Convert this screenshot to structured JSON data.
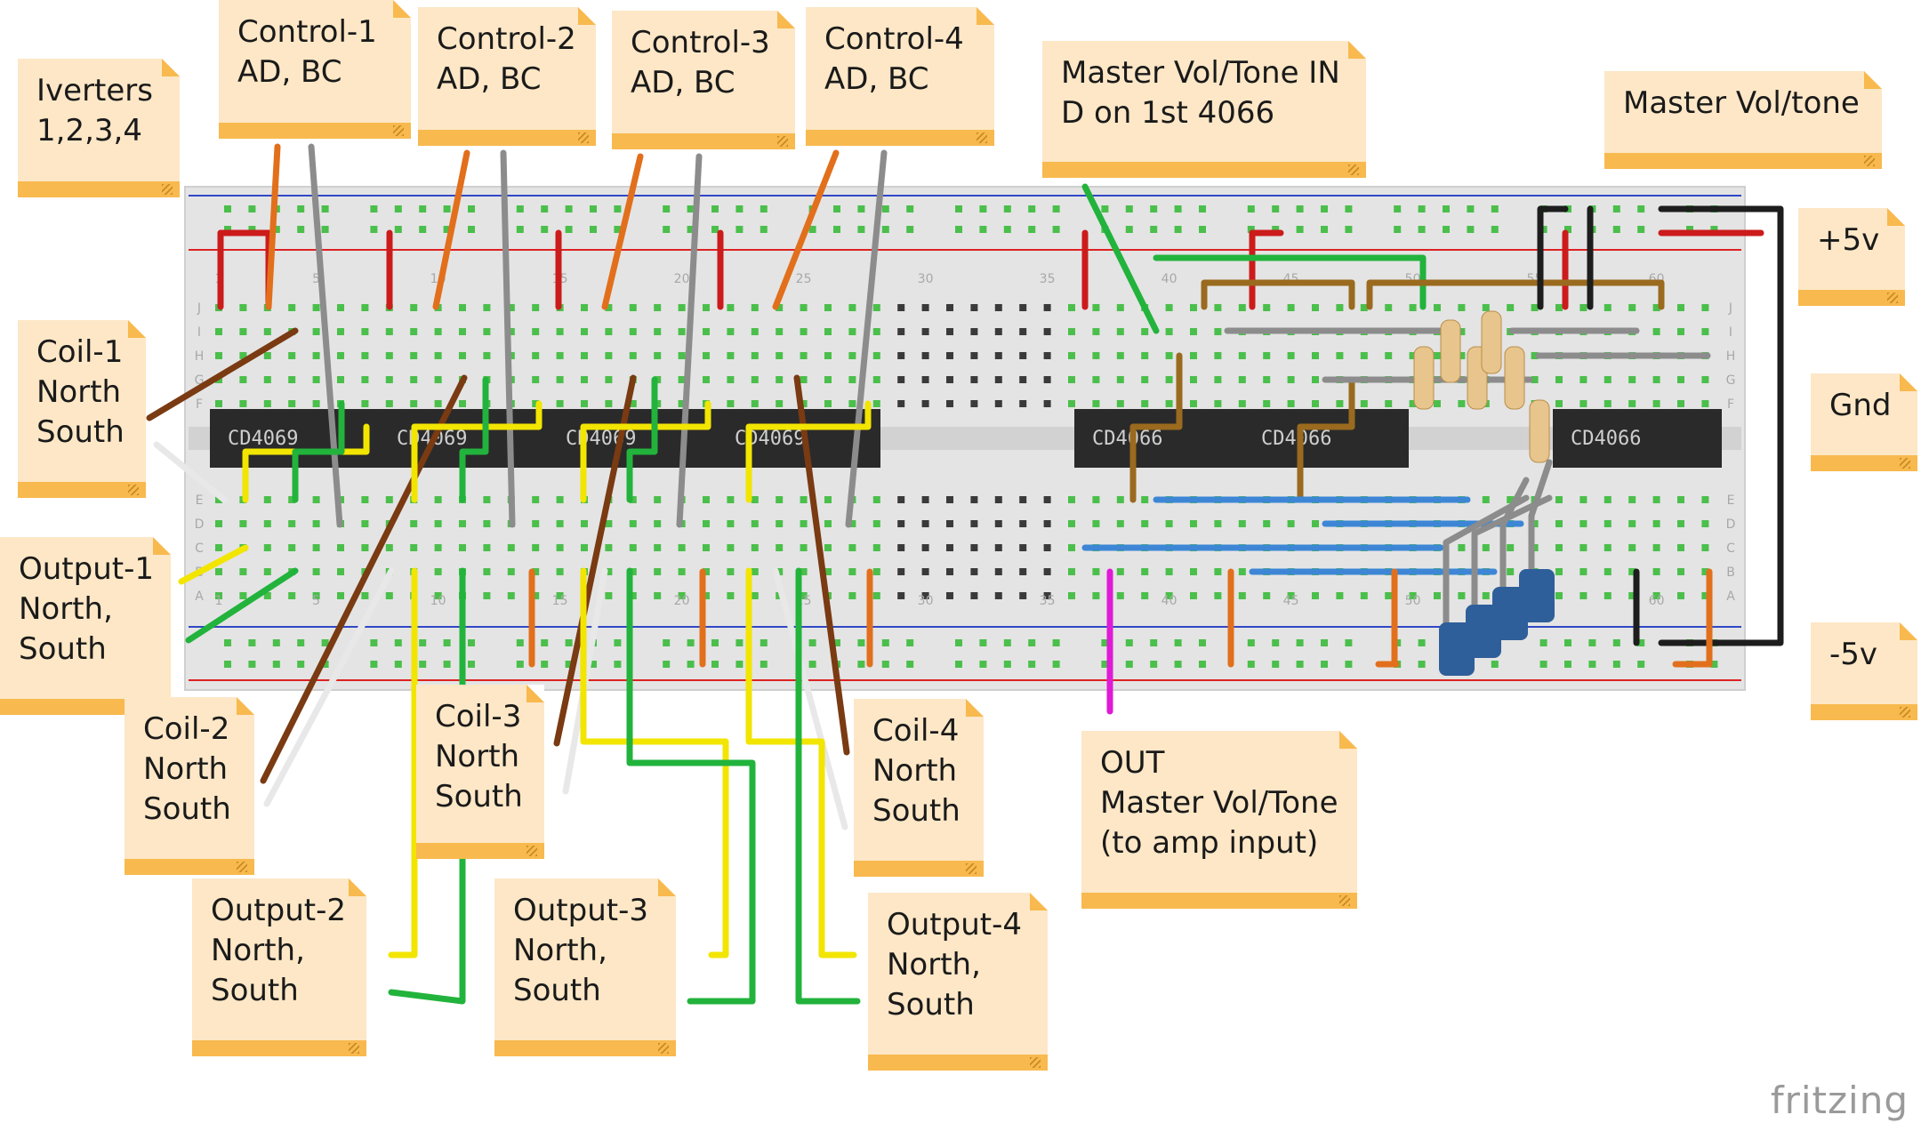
{
  "notes": [
    {
      "id": "inverters",
      "lines": [
        "Iverters",
        "1,2,3,4"
      ]
    },
    {
      "id": "control-1",
      "lines": [
        "Control-1",
        "AD, BC"
      ]
    },
    {
      "id": "control-2",
      "lines": [
        "Control-2",
        "AD, BC"
      ]
    },
    {
      "id": "control-3",
      "lines": [
        "Control-3",
        "AD, BC"
      ]
    },
    {
      "id": "control-4",
      "lines": [
        "Control-4",
        "AD, BC"
      ]
    },
    {
      "id": "master-in",
      "lines": [
        "Master Vol/Tone IN",
        "D on 1st 4066"
      ]
    },
    {
      "id": "master-vol-tone",
      "lines": [
        "Master Vol/tone"
      ]
    },
    {
      "id": "plus-5v",
      "lines": [
        "+5v"
      ]
    },
    {
      "id": "gnd",
      "lines": [
        "Gnd"
      ]
    },
    {
      "id": "minus-5v",
      "lines": [
        "-5v"
      ]
    },
    {
      "id": "coil-1",
      "lines": [
        "Coil-1",
        "North",
        "South"
      ]
    },
    {
      "id": "output-1",
      "lines": [
        "Output-1",
        "North,",
        "South"
      ]
    },
    {
      "id": "coil-2",
      "lines": [
        "Coil-2",
        "North",
        "South"
      ]
    },
    {
      "id": "coil-3",
      "lines": [
        "Coil-3",
        "North",
        "South"
      ]
    },
    {
      "id": "coil-4",
      "lines": [
        "Coil-4",
        "North",
        "South"
      ]
    },
    {
      "id": "out-master",
      "lines": [
        "OUT",
        "Master Vol/Tone",
        "(to amp input)"
      ]
    },
    {
      "id": "output-2",
      "lines": [
        "Output-2",
        "North,",
        "South"
      ]
    },
    {
      "id": "output-3",
      "lines": [
        "Output-3",
        "North,",
        "South"
      ]
    },
    {
      "id": "output-4",
      "lines": [
        "Output-4",
        "North,",
        "South"
      ]
    }
  ],
  "chips": [
    {
      "id": "cd4069",
      "label": "CD4069"
    },
    {
      "id": "cd4066",
      "label": "CD4066"
    }
  ],
  "breadboard": {
    "row_letters_top": [
      "J",
      "I",
      "H",
      "G",
      "F"
    ],
    "row_letters_bottom": [
      "E",
      "D",
      "C",
      "B",
      "A"
    ],
    "column_numbers": [
      "1",
      "5",
      "10",
      "15",
      "20",
      "25",
      "30",
      "35",
      "40",
      "45",
      "50",
      "55",
      "60"
    ]
  },
  "wire_colors": {
    "power": "#cc1b1b",
    "ground": "#1d1d1d",
    "control": "#e26f1c",
    "control_signal": "#8c8c8c",
    "coil": "#7a3a12",
    "coil_return": "#e8e8e8",
    "output_north": "#f2e500",
    "output_south": "#22b33c",
    "master_bus": "#3d86d6",
    "master_out": "#e01ad6",
    "tone": "#9a6a1e"
  },
  "logo": "fritzing"
}
